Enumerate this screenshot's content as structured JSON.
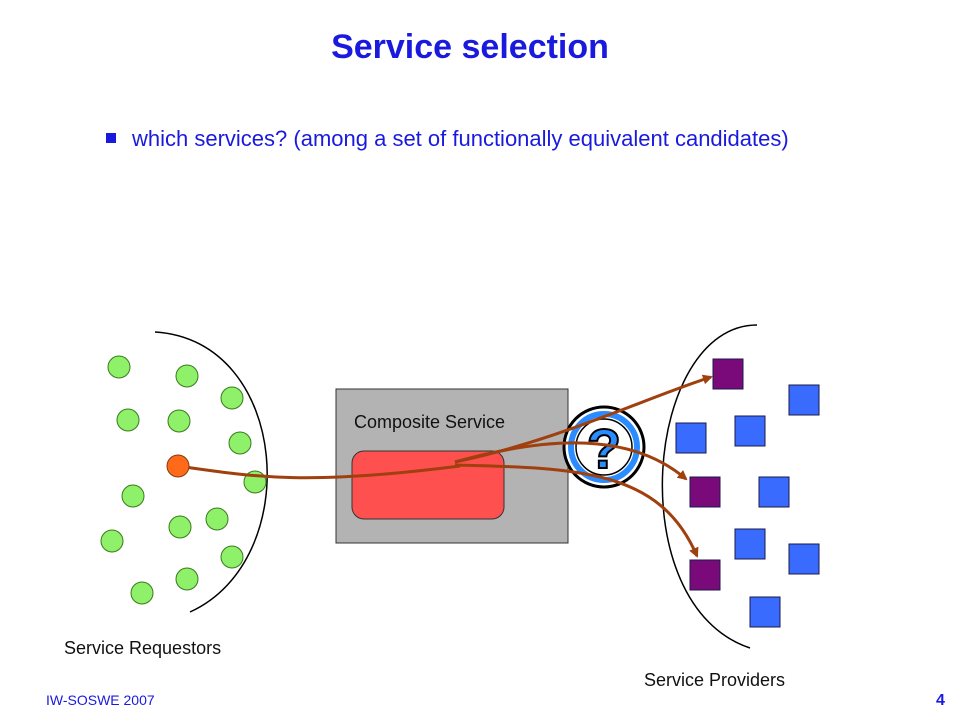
{
  "slide": {
    "title": "Service selection",
    "bullets": [
      {
        "text": "which services? (among a set of functionally equivalent candidates)"
      }
    ],
    "footer_left": "IW-SOSWE 2007",
    "page_number": "4"
  },
  "diagram": {
    "composite_label": "Composite Service",
    "requestors_label": "Service Requestors",
    "providers_label": "Service Providers",
    "question_mark": "?",
    "colors": {
      "requestor": "#8ff06a",
      "active_requestor": "#ff6a1a",
      "composite_box": "#b3b3b3",
      "inner_service": "#ff5050",
      "selected_provider": "#7a0a7a",
      "provider": "#3a6bff",
      "arrow": "#a0400f",
      "question_fill": "#2a8cff"
    }
  }
}
